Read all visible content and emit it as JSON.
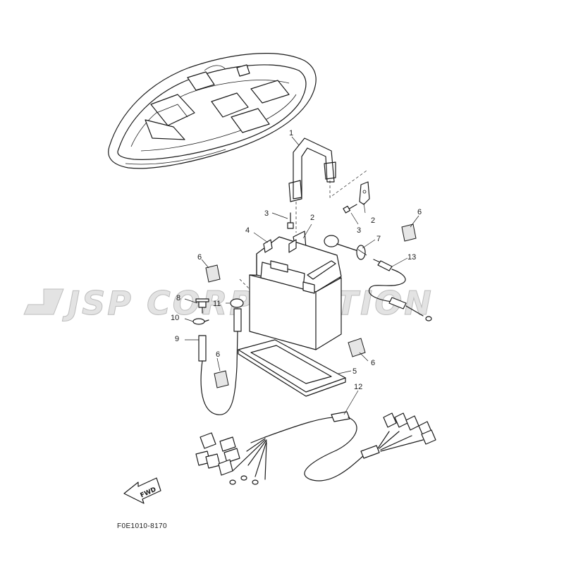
{
  "watermark": {
    "text": "JSP CORPORATION"
  },
  "diagram_code": "F0E1010-8170",
  "fwd_label": "FWD",
  "callouts": [
    "1",
    "2",
    "2",
    "3",
    "3",
    "4",
    "5",
    "6",
    "6",
    "6",
    "6",
    "7",
    "8",
    "9",
    "10",
    "11",
    "12",
    "13"
  ]
}
